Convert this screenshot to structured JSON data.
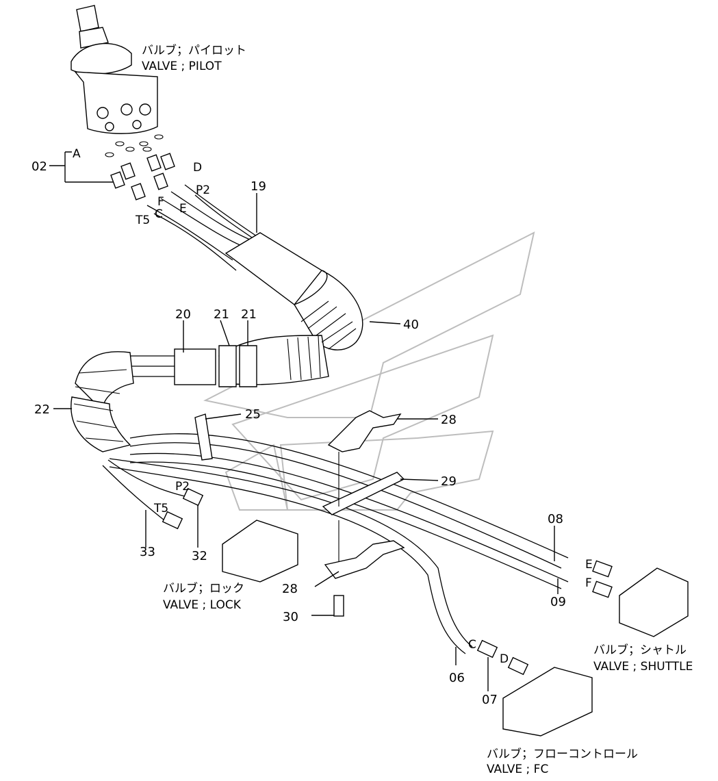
{
  "callouts": {
    "pilot_valve_jp": "バルブ；パイロット",
    "pilot_valve_en": "VALVE ; PILOT",
    "lock_valve_jp": "バルブ；ロック",
    "lock_valve_en": "VALVE ; LOCK",
    "shuttle_valve_jp": "バルブ；シャトル",
    "shuttle_valve_en": "VALVE ; SHUTTLE",
    "fc_valve_jp": "バルブ；フローコントロール",
    "fc_valve_en": "VALVE ; FC"
  },
  "part_numbers": {
    "p02": "02",
    "p19": "19",
    "p20": "20",
    "p21a": "21",
    "p21b": "21",
    "p22": "22",
    "p25": "25",
    "p28a": "28",
    "p28b": "28",
    "p29": "29",
    "p30": "30",
    "p32": "32",
    "p33": "33",
    "p40": "40",
    "p08": "08",
    "p09": "09",
    "p06": "06",
    "p07": "07"
  },
  "port_letters": {
    "a": "A",
    "d": "D",
    "p2_top": "P2",
    "e_top": "E",
    "f_top": "F",
    "c_top": "C",
    "t5_top": "T5",
    "p2_low": "P2",
    "t5_low": "T5",
    "e_low": "E",
    "f_low": "F",
    "c_low": "C",
    "d_low": "D"
  }
}
